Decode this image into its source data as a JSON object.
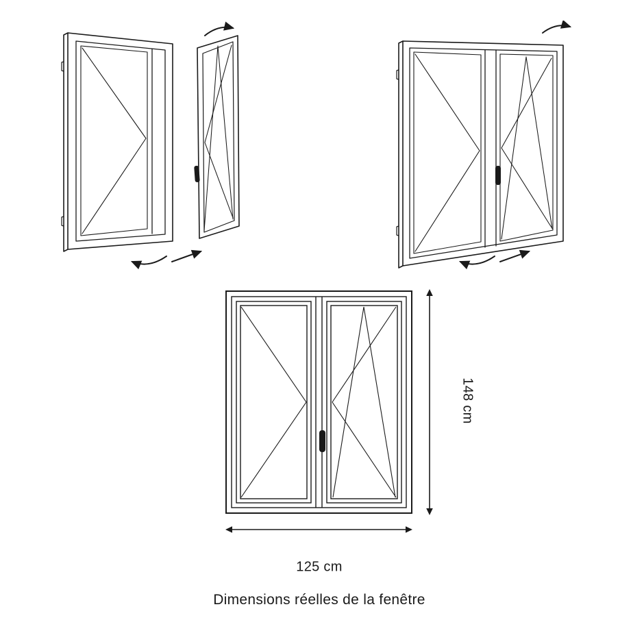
{
  "colors": {
    "ink": "#1a1a1a",
    "background": "#ffffff"
  },
  "labels": {
    "width": "125 cm",
    "height": "148 cm",
    "caption": "Dimensions réelles de la fenêtre"
  },
  "views": {
    "top_left": "double-window-perspective-right-sash-open",
    "top_right": "double-window-perspective-tilt-turn",
    "bottom": "double-window-front-elevation-with-dimensions"
  },
  "icons": {
    "swing_arrow": "curved-swing-direction-arrow",
    "tilt_arrow": "curved-tilt-direction-arrow",
    "dimension_arrow": "double-headed-dimension-arrow",
    "handle": "window-handle"
  }
}
